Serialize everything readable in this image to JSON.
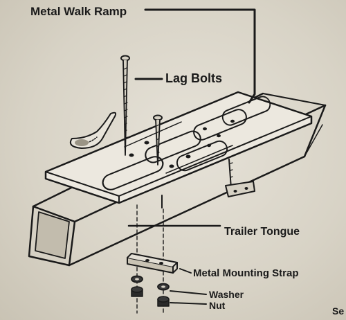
{
  "labels": {
    "metal_walk_ramp": "Metal Walk Ramp",
    "lag_bolts": "Lag Bolts",
    "trailer_tongue": "Trailer Tongue",
    "metal_mounting_strap": "Metal Mounting Strap",
    "washer": "Washer",
    "nut": "Nut",
    "cutoff_text": "Se"
  },
  "colors": {
    "ink": "#1a1a1a",
    "paper": "#e3dfd5"
  }
}
